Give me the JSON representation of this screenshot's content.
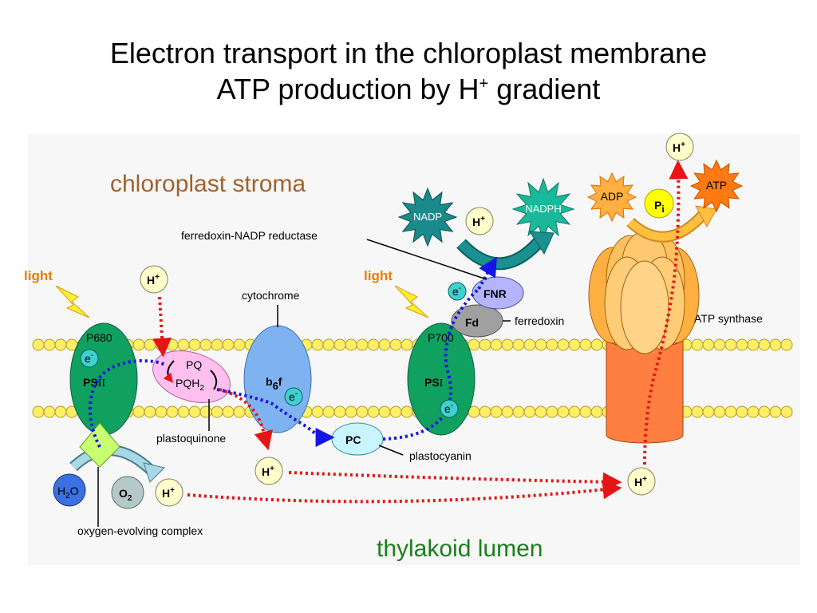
{
  "title": {
    "line1": "Electron transport in the chloroplast membrane",
    "line2_prefix": "ATP production by H",
    "line2_sup": "+",
    "line2_suffix": " gradient"
  },
  "regions": {
    "stroma": "chloroplast stroma",
    "lumen": "thylakoid lumen"
  },
  "colors": {
    "stroma_label": "#a0622d",
    "lumen_label": "#1a7f1a",
    "light": "#e67e00",
    "photosystem": "#10a060",
    "cytochrome": "#7fb2f0",
    "pq": "#ffb4f0",
    "pc": "#c8f5ff",
    "fnr": "#b4b4ff",
    "fd": "#a0a0a0",
    "atp_synthase_head": "#ffbb55",
    "atp_synthase_stalk": "#ff7f40",
    "proton": "#ffffcc",
    "electron": "#40d0d0",
    "electron_path": "#1414e6",
    "proton_path": "#e61414"
  },
  "labels": {
    "light": "light",
    "p680": "P680",
    "p700": "P700",
    "psii_pre": "PS",
    "psii_roman": "II",
    "psi_pre": "PS",
    "psi_roman": "I",
    "electron": "e",
    "electron_sup": "-",
    "proton": "H",
    "proton_sup": "+",
    "pq": "PQ",
    "pqh2_main": "PQH",
    "pqh2_sub": "2",
    "b6f_b": "b",
    "b6f_sub": "6",
    "b6f_f": "f",
    "cytochrome": "cytochrome",
    "plastoquinone": "plastoquinone",
    "pc": "PC",
    "plastocyanin": "plastocyanin",
    "fd": "Fd",
    "ferredoxin": "ferredoxin",
    "fnr": "FNR",
    "fnr_full": "ferredoxin-NADP reductase",
    "nadp": "NADP",
    "nadph": "NADPH",
    "adp": "ADP",
    "pi_main": "P",
    "pi_sub": "i",
    "atp": "ATP",
    "atp_synthase": "ATP synthase",
    "h2o_main": "H",
    "h2o_sub": "2",
    "h2o_end": "O",
    "o2_main": "O",
    "o2_sub": "2",
    "oec": "oxygen-evolving complex"
  }
}
